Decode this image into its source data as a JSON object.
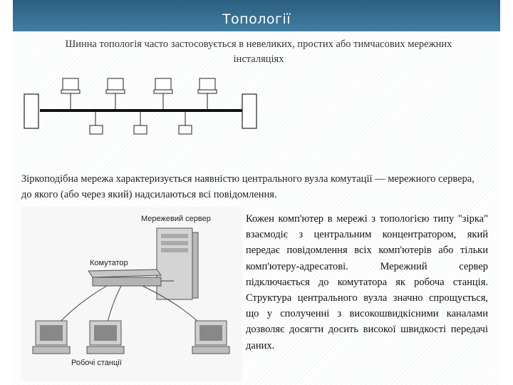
{
  "slide": {
    "title": "Топології",
    "bus_caption": "Шинна топологія часто застосовується в невеликих, простих або тимчасових мережних інсталяціях",
    "star_intro": "Зіркоподібна мережа характеризується наявністю центрального вузла комутації — мережного сервера, до якого (або через який) надсилаються всі повідомлення.",
    "star_description": "Кожен комп'ютер в мережі з топологією типу \"зірка\" взаємодіє з центральним концентратором, який передає повідомлення всіх комп'ютерів або тільки комп'ютеру-адресатові. Мережний сервер підключається до комутатора як робоча станція. Структура центрального вузла значно спрощується, що у сполученні з високошвидкісними каналами дозволяє досягти досить високої швидкості передачі даних."
  },
  "diagram": {
    "server_label": "Мережевий сервер",
    "switch_label": "Комутатор",
    "workstations_label": "Робочі станції"
  }
}
